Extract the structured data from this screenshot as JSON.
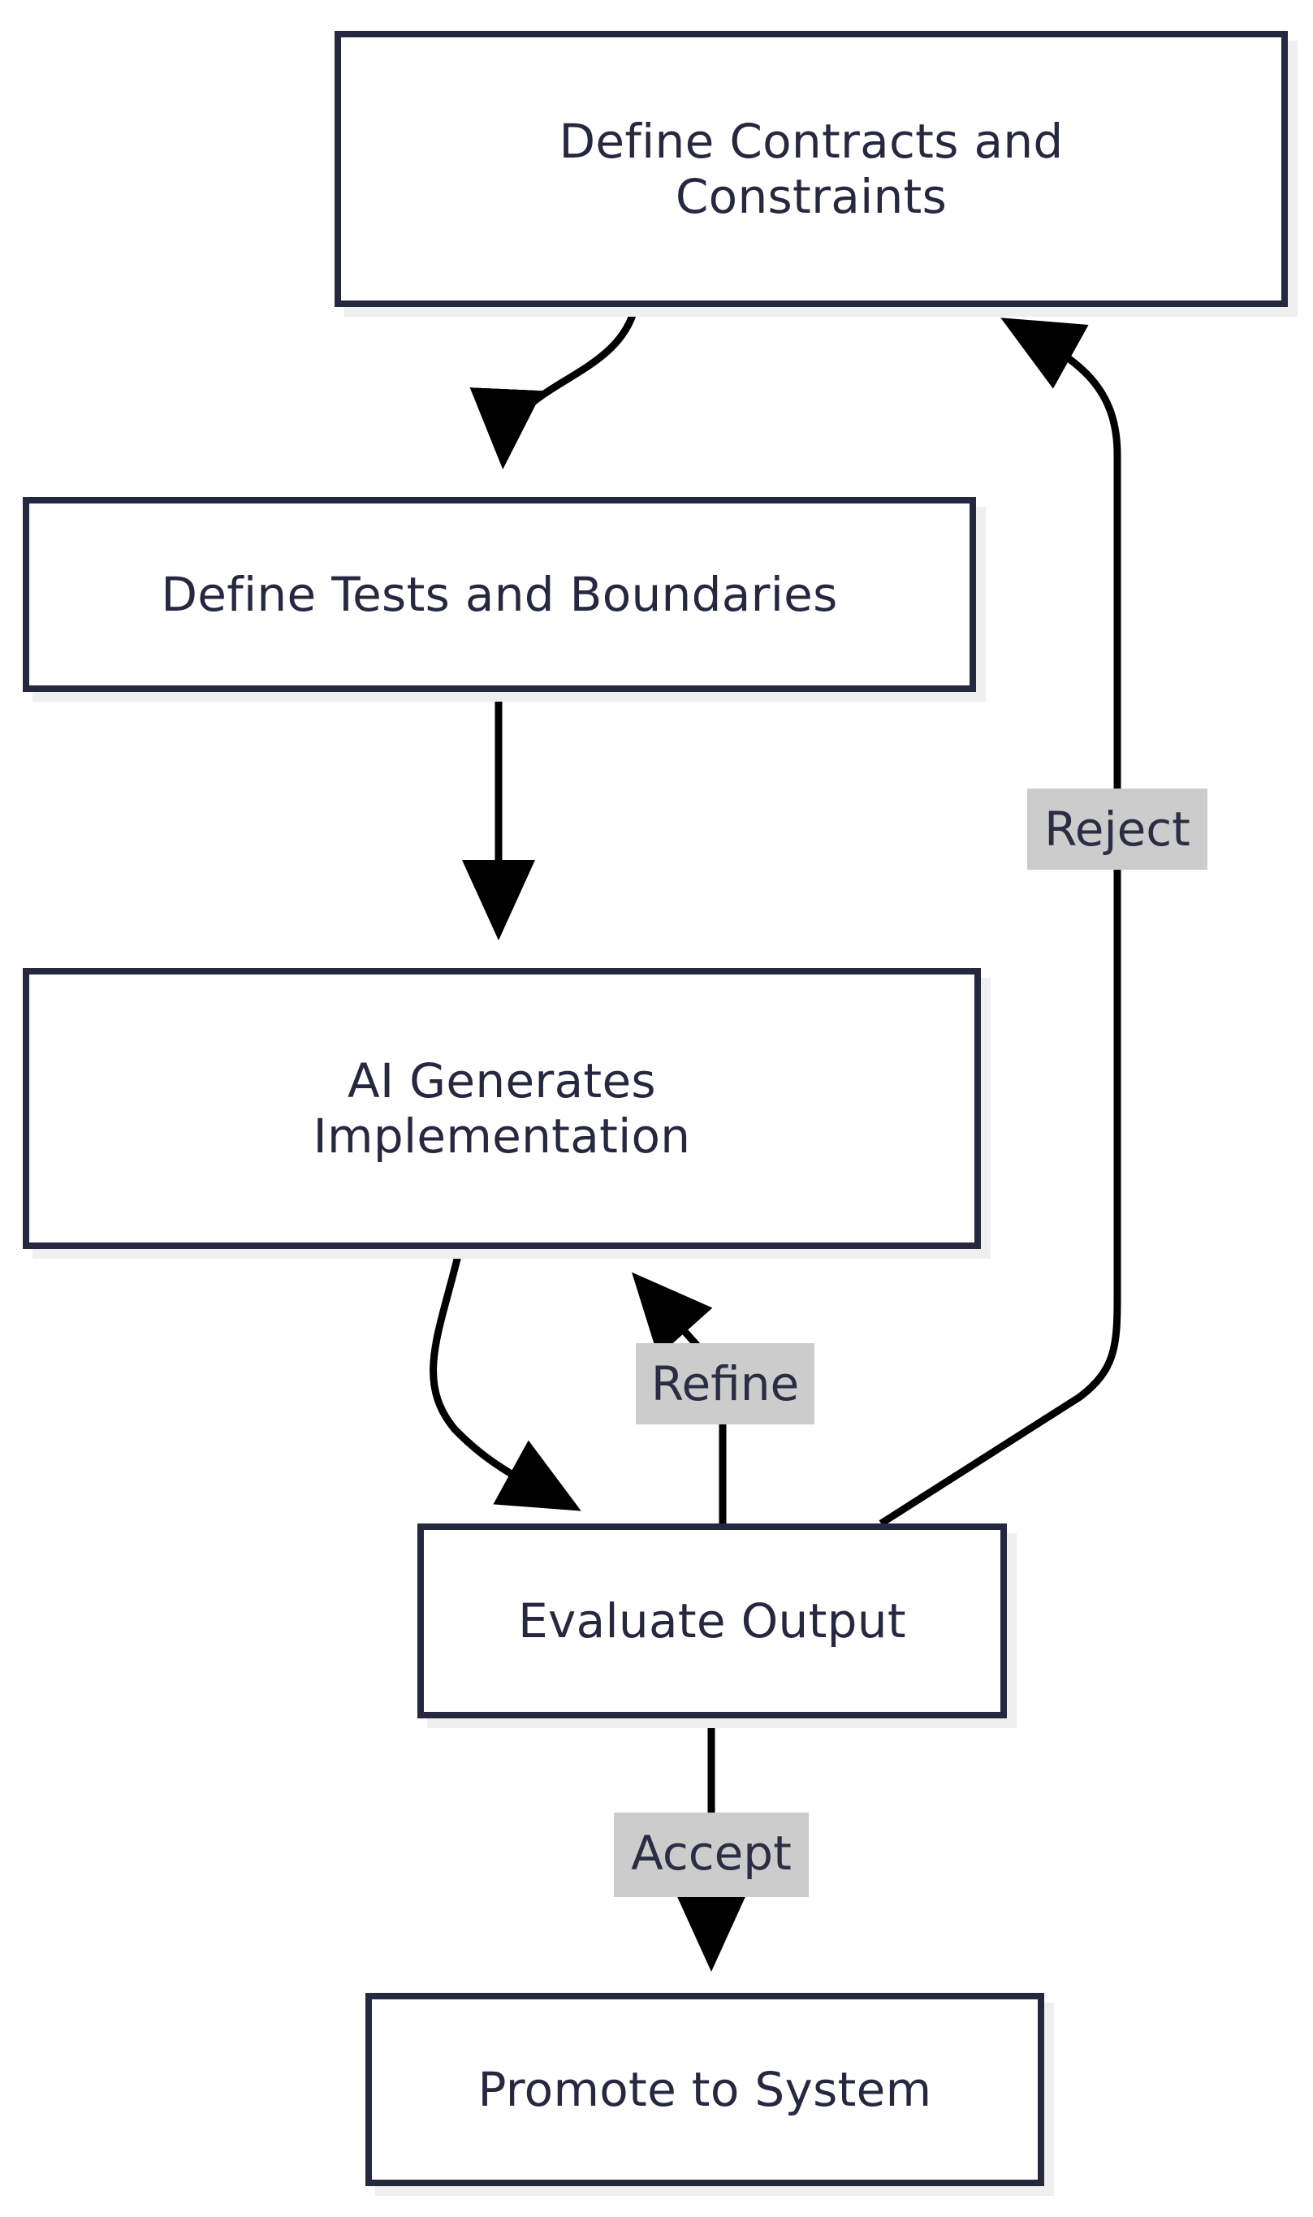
{
  "diagram": {
    "type": "flowchart",
    "direction": "top-down",
    "theme": {
      "node_border": "#262840",
      "node_fill": "#ffffff",
      "node_shadow": "#efefef",
      "edge_color": "#000000",
      "edge_label_fill": "#cccccc",
      "edge_label_text": "#2b2d45",
      "background": "#ffffff"
    },
    "nodes": [
      {
        "id": "define-contracts",
        "label": "Define Contracts and\nConstraints"
      },
      {
        "id": "define-tests",
        "label": "Define Tests and Boundaries"
      },
      {
        "id": "ai-generates",
        "label": "AI Generates\nImplementation"
      },
      {
        "id": "evaluate-output",
        "label": "Evaluate Output"
      },
      {
        "id": "promote-to-system",
        "label": "Promote to System"
      }
    ],
    "edges": [
      {
        "id": "e1",
        "from": "define-contracts",
        "to": "define-tests",
        "label": ""
      },
      {
        "id": "e2",
        "from": "define-tests",
        "to": "ai-generates",
        "label": ""
      },
      {
        "id": "e3",
        "from": "ai-generates",
        "to": "evaluate-output",
        "label": ""
      },
      {
        "id": "e4",
        "from": "evaluate-output",
        "to": "ai-generates",
        "label": "Refine"
      },
      {
        "id": "e5",
        "from": "evaluate-output",
        "to": "define-contracts",
        "label": "Reject"
      },
      {
        "id": "e6",
        "from": "evaluate-output",
        "to": "promote-to-system",
        "label": "Accept"
      }
    ],
    "edge_labels": {
      "reject": "Reject",
      "refine": "Refine",
      "accept": "Accept"
    }
  }
}
